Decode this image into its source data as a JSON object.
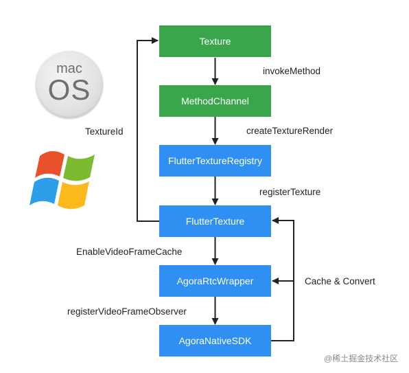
{
  "nodes": {
    "texture": "Texture",
    "method_channel": "MethodChannel",
    "flutter_texture_registry": "FlutterTextureRegistry",
    "flutter_texture": "FlutterTexture",
    "agora_rtc_wrapper": "AgoraRtcWrapper",
    "agora_native_sdk": "AgoraNativeSDK"
  },
  "edges": {
    "invoke_method": "invokeMethod",
    "create_texture_render": "createTextureRender",
    "register_texture": "registerTexture",
    "enable_video_frame_cache": "EnableVideoFrameCache",
    "register_video_frame_observer": "registerVideoFrameObserver",
    "texture_id": "TextureId",
    "cache_and_convert": "Cache & Convert"
  },
  "logos": {
    "mac_line1": "mac",
    "mac_line2": "OS",
    "windows": "windows-logo"
  },
  "watermark": "@稀土掘金技术社区",
  "colors": {
    "green": "#39a64c",
    "blue": "#2f8ff2",
    "line": "#222222"
  }
}
